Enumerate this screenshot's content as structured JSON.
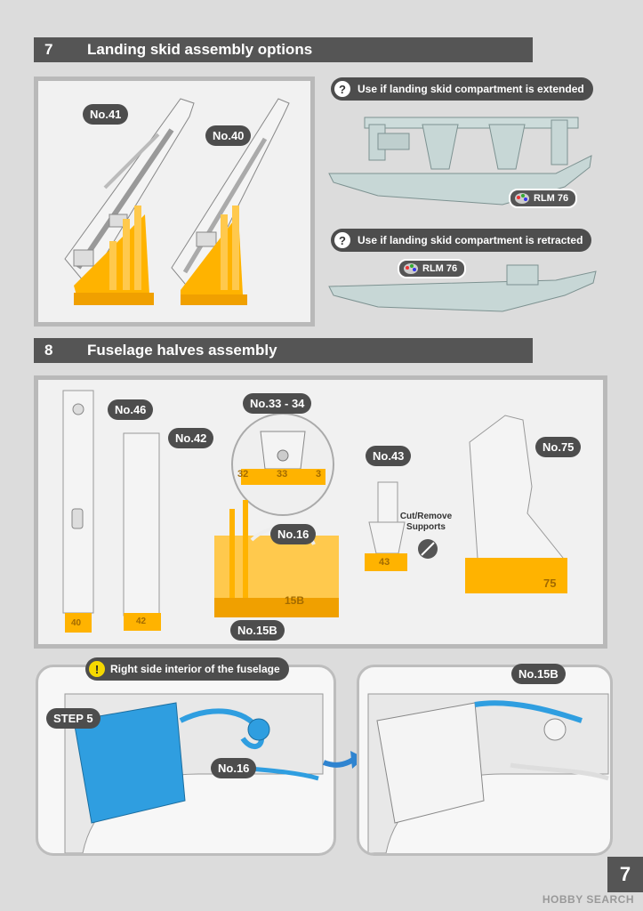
{
  "step7": {
    "number": "7",
    "title": "Landing skid assembly options"
  },
  "step8": {
    "number": "8",
    "title": "Fuselage halves assembly"
  },
  "callouts": {
    "no41": "No.41",
    "no40": "No.40",
    "no46": "No.46",
    "no42": "No.42",
    "no33_34": "No.33 - 34",
    "no43": "No.43",
    "no75": "No.75",
    "no16": "No.16",
    "no15b": "No.15B",
    "no16b": "No.16",
    "no15b_b": "No.15B",
    "step5": "STEP 5"
  },
  "notes": {
    "extended": "Use if landing skid compartment is extended",
    "retracted": "Use if landing skid compartment is retracted",
    "interior": "Right side interior of the fuselage"
  },
  "paint": {
    "rlm76_a": "RLM 76",
    "rlm76_b": "RLM 76"
  },
  "cut": {
    "line1": "Cut/Remove",
    "line2": "Supports"
  },
  "part_labels": {
    "p32": "32",
    "p33": "33",
    "p3": "3",
    "p43": "43",
    "p75": "75",
    "p15b": "15B",
    "p40": "40",
    "p42": "42"
  },
  "page_number": "7",
  "brand": "HOBBY SEARCH",
  "colors": {
    "resin": "#ffb300",
    "grey_part": "#f4f4f4",
    "skid": "#c7d7d6",
    "highlight": "#2f9ee0",
    "header": "#555555"
  }
}
